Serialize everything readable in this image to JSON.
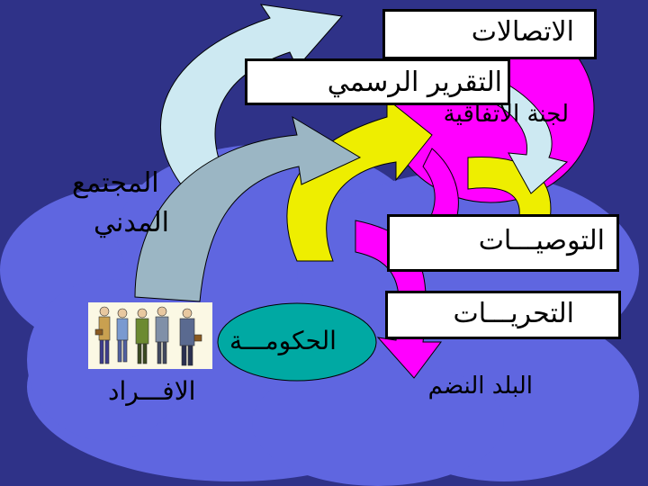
{
  "diagram": {
    "labels": {
      "communications": "الاتصالات",
      "official_report": "التقرير الرسمي",
      "convention_committee": "لجنة الاتفاقية",
      "civil_society_line1": "المجتمع",
      "civil_society_line2": "المدني",
      "recommendations": "التوصيـــات",
      "investigations": "التحريـــات",
      "government": "الحكومـــة",
      "individuals": "الافـــراد",
      "member_state": "البلد النضم"
    },
    "colors": {
      "background": "#2f3288",
      "cloud": "#5f66e0",
      "committee_circle": "#ff00ff",
      "government_ellipse": "#00a9a3",
      "arrow_yellow": "#eeee00",
      "arrow_magenta": "#ff00ff",
      "arrow_lightblue": "#cde9f2",
      "arrow_grayblue": "#9bb6c4",
      "box_white": "#ffffff"
    }
  }
}
